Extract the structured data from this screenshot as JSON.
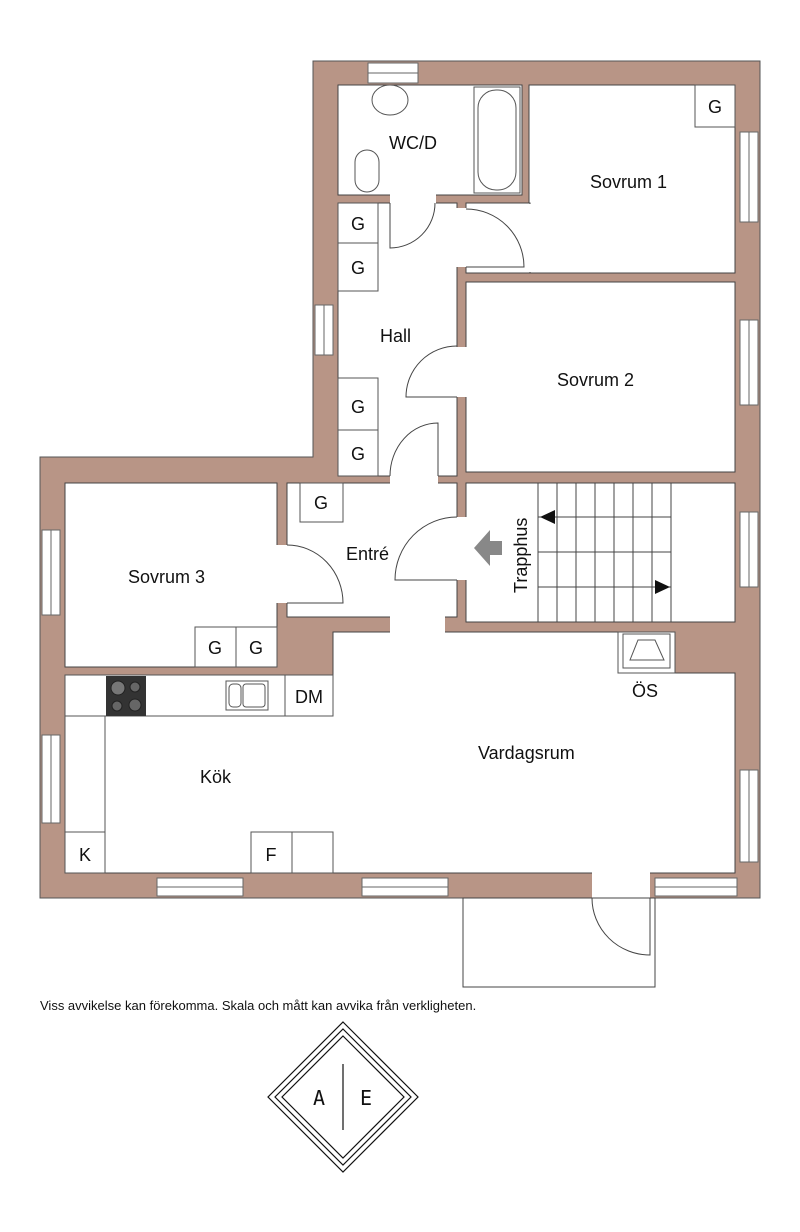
{
  "rooms": {
    "wc": "WC/D",
    "sovrum1": "Sovrum 1",
    "hall": "Hall",
    "sovrum2": "Sovrum 2",
    "entre": "Entré",
    "trapphus": "Trapphus",
    "sovrum3": "Sovrum 3",
    "os": "ÖS",
    "vardagsrum": "Vardagsrum",
    "kok": "Kök"
  },
  "fixtures": {
    "wardrobe": "G",
    "dishwasher": "DM",
    "fridge": "F",
    "freezer": "K"
  },
  "colors": {
    "wall": "#b89586"
  },
  "disclaimer": "Viss avvikelse kan förekomma. Skala och mått kan avvika från verkligheten.",
  "logo": {
    "left": "A",
    "right": "E"
  }
}
